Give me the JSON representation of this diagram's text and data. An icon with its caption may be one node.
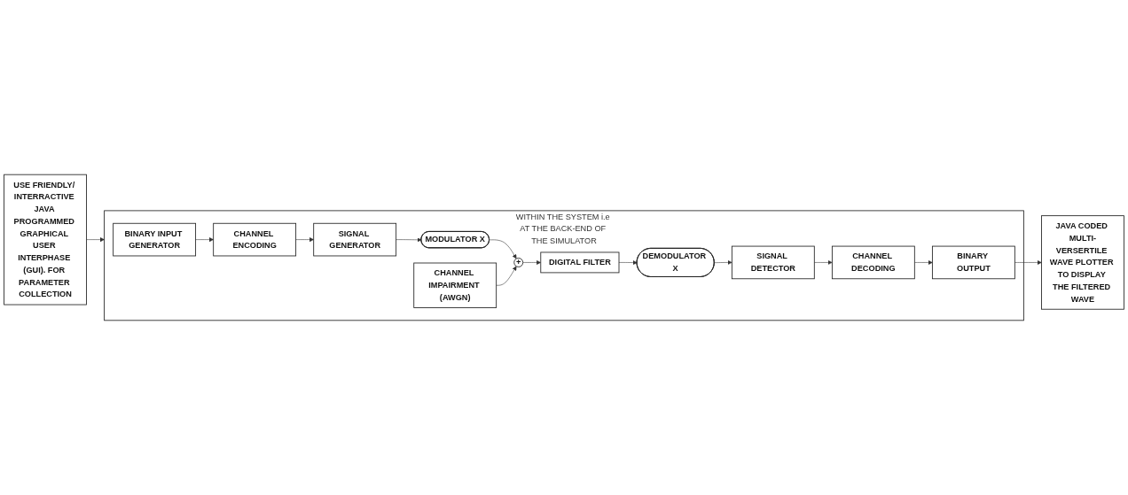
{
  "diagram": {
    "nodes": [
      {
        "text": [
          "USE FRIENDLY/ INTERRACTIVE JAVA PROGRAMMED GRAPHICAL USER INTERPHASE (GUI). FOR PARAMETER COLLECTION"
        ]
      },
      {
        "text": [
          "WITHIN THE SYSTEM i.e AT THE BACK-END OF THE SIMULATOR"
        ]
      },
      {
        "text": [
          "BINARY INPUT GENERATOR"
        ],
        "in": 1
      },
      {
        "text": [
          "CHANNEL ENCODING"
        ],
        "in": 1
      },
      {
        "text": [
          "SIGNAL GENERATOR"
        ],
        "in": 1
      },
      {
        "text": [
          "MODULATOR X"
        ],
        "in": 1
      },
      {
        "text": [
          "CHANNEL IMPAIRMENT (AWGN)"
        ],
        "in": 1
      },
      {
        "text": [
          "+"
        ],
        "in": 1
      },
      {
        "text": [
          "DIGITAL FILTER"
        ],
        "in": 1
      },
      {
        "text": [
          "DEMODULATOR X"
        ],
        "in": 1
      },
      {
        "text": [
          "SIGNAL DETECTOR"
        ],
        "in": 1
      },
      {
        "text": [
          "CHANNEL DECODING"
        ],
        "in": 1
      },
      {
        "text": [
          "BINARY OUTPUT"
        ],
        "in": 1
      },
      {
        "text": [
          "JAVA CODED MULTI-VERSERTILE WAVE PLOTTER TO DISPLAY THE FILTERED WAVE"
        ]
      }
    ],
    "edges": [
      {
        "from": 0,
        "to": 1,
        "arrow": "to"
      },
      {
        "from": 2,
        "to": 3,
        "arrow": "to"
      },
      {
        "from": 3,
        "to": 4,
        "arrow": "to"
      },
      {
        "from": 4,
        "to": 5,
        "arrow": "to"
      },
      {
        "from": 5,
        "to": 7,
        "arrow": "to"
      },
      {
        "from": 6,
        "to": 7,
        "arrow": "to"
      },
      {
        "from": 7,
        "to": 8,
        "arrow": "to"
      },
      {
        "from": 8,
        "to": 9,
        "arrow": "to"
      },
      {
        "from": 9,
        "to": 10,
        "arrow": "to"
      },
      {
        "from": 10,
        "to": 11,
        "arrow": "to"
      },
      {
        "from": 11,
        "to": 12,
        "arrow": "to"
      },
      {
        "from": 12,
        "to": 13,
        "arrow": "to"
      }
    ]
  }
}
